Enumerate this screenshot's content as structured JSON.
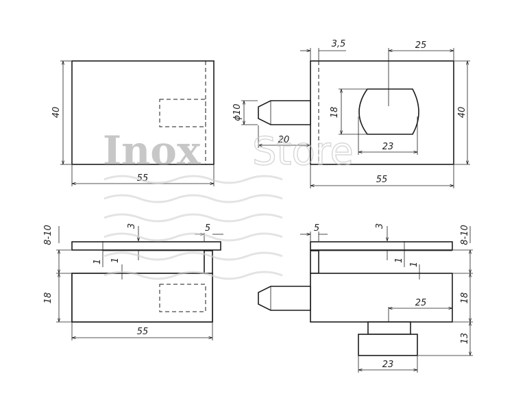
{
  "watermark": {
    "part1": "Inox",
    "part2": "Store"
  },
  "views": {
    "front_top": {
      "height": "40",
      "width": "55"
    },
    "side_top": {
      "offset": "3,5",
      "slot_pos": "25",
      "diameter": "ϕ10",
      "pin_len": "20",
      "slot_h": "18",
      "slot_w": "23",
      "height": "40",
      "width": "55"
    },
    "front_bottom": {
      "gap": "8-10",
      "wall": "3",
      "lip": "5",
      "t1": "1",
      "t2": "1",
      "body_h": "18",
      "width": "55"
    },
    "side_bottom": {
      "lip": "5",
      "wall": "3",
      "gap": "8-10",
      "t1": "1",
      "t2": "1",
      "slot_pos": "25",
      "body_h": "18",
      "foot_h": "13",
      "foot_w": "23"
    }
  }
}
